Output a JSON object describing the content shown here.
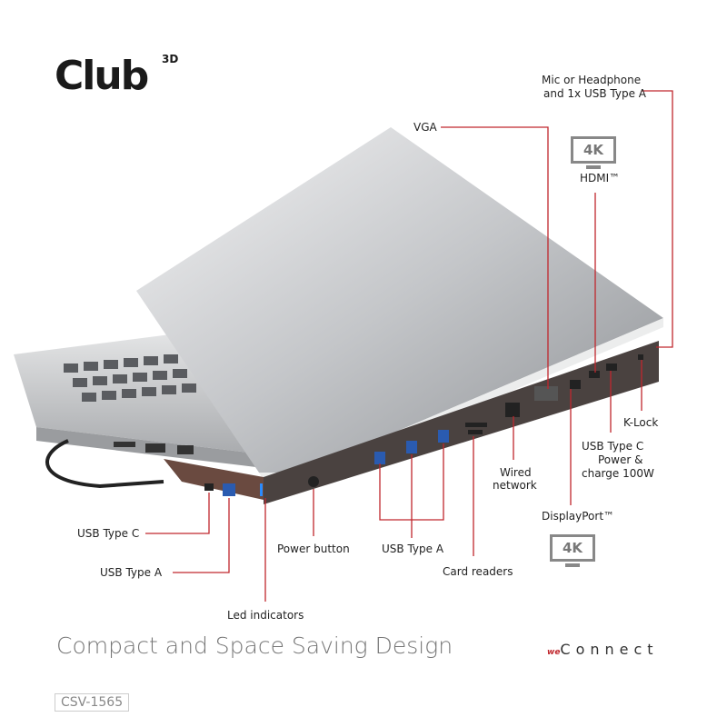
{
  "brand": {
    "logo_text": "Club",
    "logo_sup": "3D",
    "tagline": "Compact and Space Saving Design",
    "model": "CSV-1565",
    "partner_logo_we": "we",
    "partner_logo_text": "Connect"
  },
  "labels": {
    "usb_c_left": "USB Type C",
    "usb_a_left": "USB Type A",
    "led": "Led indicators",
    "power": "Power button",
    "usb_a_rear": "USB Type A",
    "card": "Card readers",
    "wired_1": "Wired",
    "wired_2": "network",
    "vga": "VGA",
    "displayport": "DisplayPort™",
    "dp_badge": "4K",
    "usbc_power_1": "USB Type C",
    "usbc_power_2": "Power &",
    "usbc_power_3": "charge 100W",
    "klock": "K-Lock",
    "hdmi_badge": "4K",
    "hdmi": "HDMI™",
    "mic_1": "Mic or Headphone",
    "mic_2": "and 1x USB Type A"
  },
  "colors": {
    "accent": "#c0272d",
    "dock": "#4a4240",
    "laptop": "#b9bbbe"
  }
}
